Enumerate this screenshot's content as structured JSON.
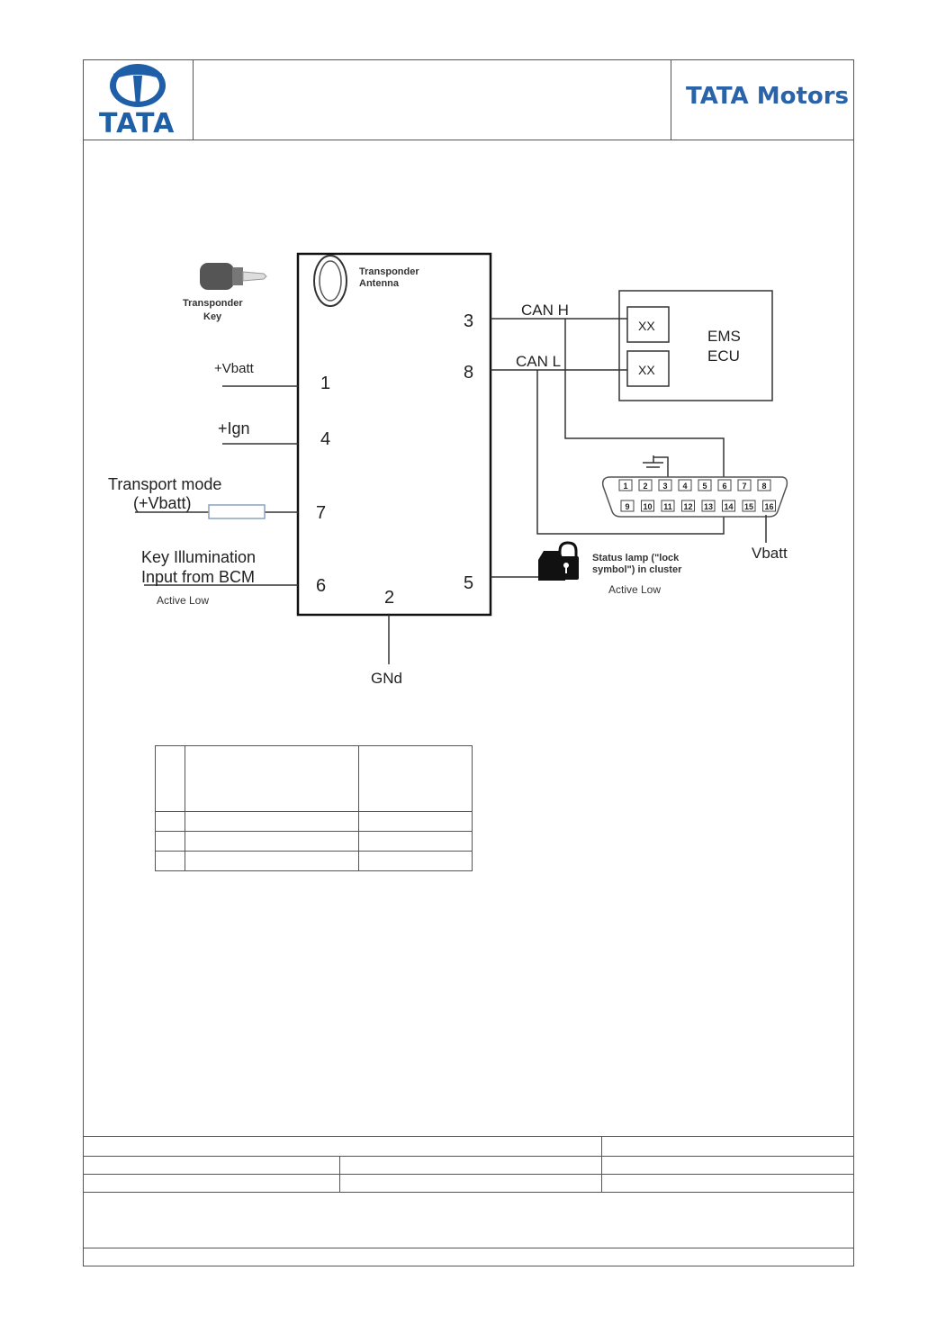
{
  "header": {
    "brand_text": "TATA Motors",
    "logo_text": "TATA",
    "logo_color": "#1f5fa8"
  },
  "diagram": {
    "transponder_key": [
      "Transponder",
      "Key"
    ],
    "transponder_antenna": [
      "Transponder",
      "Antenna"
    ],
    "vbatt_label": "+Vbatt",
    "ign_label": "+Ign",
    "transport_mode": [
      "Transport mode",
      "(+Vbatt)"
    ],
    "key_illumination": [
      "Key Illumination",
      "Input from BCM"
    ],
    "active_low_left": "Active Low",
    "pins": {
      "p1": "1",
      "p2": "2",
      "p3": "3",
      "p4": "4",
      "p5": "5",
      "p6": "6",
      "p7": "7",
      "p8": "8"
    },
    "can_h": "CAN H",
    "can_l": "CAN L",
    "ecu_box": [
      "XX",
      "XX"
    ],
    "ems_ecu": [
      "EMS",
      "ECU"
    ],
    "obd_pins_top": [
      "1",
      "2",
      "3",
      "4",
      "5",
      "6",
      "7",
      "8"
    ],
    "obd_pins_bottom": [
      "9",
      "10",
      "11",
      "12",
      "13",
      "14",
      "15",
      "16"
    ],
    "obd_vbatt": "Vbatt",
    "status_lamp": [
      "Status lamp (\"lock",
      "symbol\") in cluster"
    ],
    "active_low_right": "Active Low",
    "gnd_label": "GNd"
  }
}
